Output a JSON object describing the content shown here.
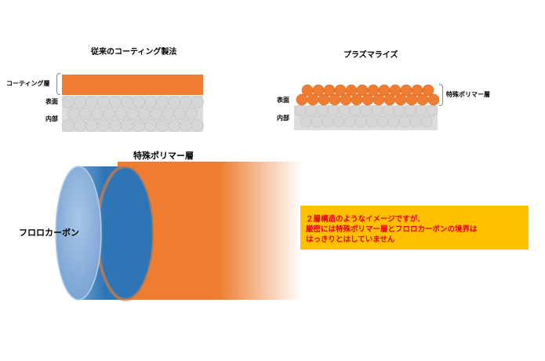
{
  "conventional": {
    "title": "従来のコーティング製法",
    "coating_label": "コーティング層",
    "surface_label": "表面",
    "interior_label": "内部"
  },
  "plasma": {
    "title": "プラズマライズ",
    "surface_label": "表面",
    "interior_label": "内部",
    "polymer_label": "特殊ポリマー層"
  },
  "cylinder": {
    "polymer_label": "特殊ポリマー層",
    "core_label": "フロロカーボン"
  },
  "note": {
    "line1": "２層構造のようなイメージですが、",
    "line2": "厳密には特殊ポリマー層とフロロカーボンの境界は",
    "line3": "はっきりとはしていません"
  },
  "colors": {
    "orange": "#ee7d31",
    "gray_bed": "#dcdcdc",
    "blue_dark": "#2e75b6",
    "blue_light": "#7fa9d8",
    "note_bg": "#ffc000",
    "note_text": "#e8001c"
  }
}
